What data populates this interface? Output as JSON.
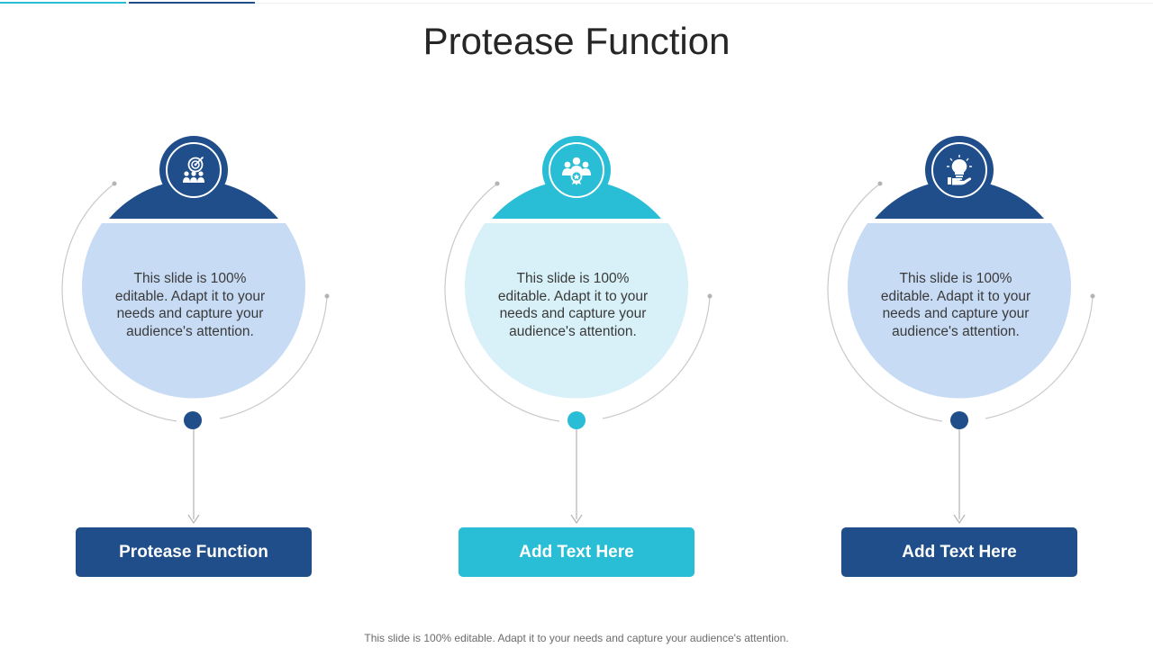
{
  "slide": {
    "title": "Protease Function",
    "footer": "This slide is 100% editable. Adapt it to your needs and capture your audience's attention."
  },
  "colors": {
    "dark_blue": "#1f4e8a",
    "cyan": "#29bdd6",
    "light_blue_fill": "#c7dbf4",
    "light_cyan_fill": "#d8f0f7",
    "guide_gray": "#c9c9c9"
  },
  "cards": [
    {
      "icon": "target-team-icon",
      "description": "This slide is 100% editable. Adapt it to your needs and capture your audience's attention.",
      "label": "Protease Function"
    },
    {
      "icon": "group-award-icon",
      "description": "This slide is 100% editable. Adapt it to your needs and capture your audience's attention.",
      "label": "Add Text Here"
    },
    {
      "icon": "idea-hand-icon",
      "description": "This slide is 100% editable. Adapt it to your needs and capture your audience's attention.",
      "label": "Add Text Here"
    }
  ]
}
